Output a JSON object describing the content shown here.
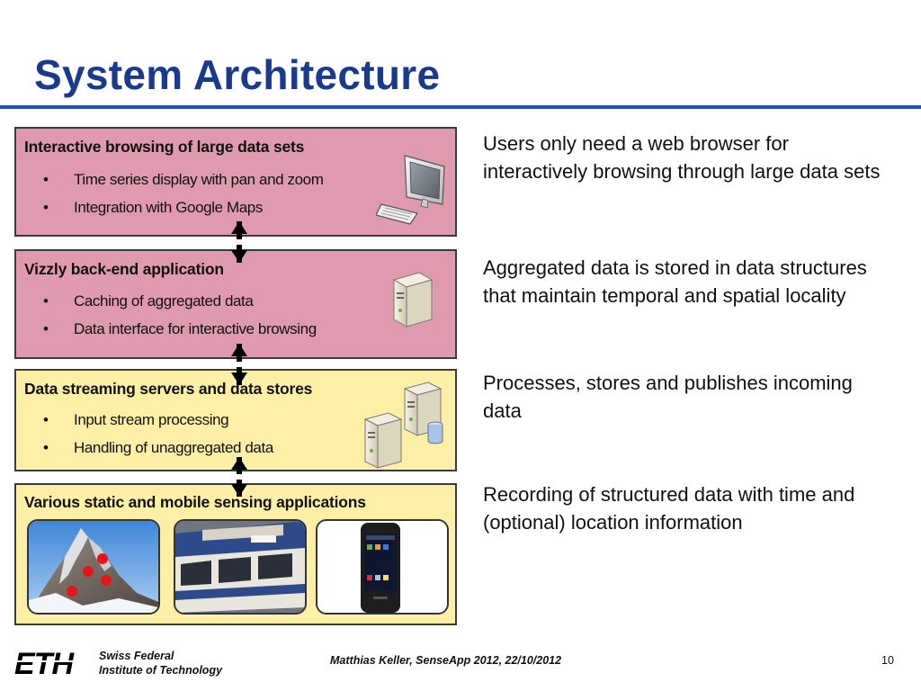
{
  "slide": {
    "title": "System Architecture",
    "layers": [
      {
        "title": "Interactive browsing of large data sets",
        "bullets": [
          "Time series display with pan and zoom",
          "Integration with Google Maps"
        ],
        "icon": "desktop-computer-icon"
      },
      {
        "title": "Vizzly back-end application",
        "bullets": [
          "Caching of aggregated data",
          "Data interface for interactive browsing"
        ],
        "icon": "server-icon"
      },
      {
        "title": "Data streaming servers and data stores",
        "bullets": [
          "Input stream processing",
          "Handling of unaggregated data"
        ],
        "icon": "server-database-icon"
      },
      {
        "title": "Various static and mobile sensing applications",
        "images": [
          "mountain-sensor-photo",
          "tram-photo",
          "smartphone-photo"
        ]
      }
    ],
    "descriptions": [
      "Users only need a web browser for interactively browsing through large data sets",
      "Aggregated data is stored in data structures that maintain temporal and spatial locality",
      "Processes, stores and publishes incoming data",
      "Recording of structured data with time and (optional) location information"
    ],
    "bullet_symbol": "•",
    "colors": {
      "title": "#1a3a8c",
      "rule": "#1f4fd6",
      "pink_layer": "#e09ab0",
      "yellow_layer": "#fdf0a6"
    }
  },
  "footer": {
    "logo": "ETH",
    "institution_line1": "Swiss Federal",
    "institution_line2": "Institute of Technology",
    "author": "Matthias Keller, SenseApp 2012, 22/10/2012",
    "page": "10"
  }
}
